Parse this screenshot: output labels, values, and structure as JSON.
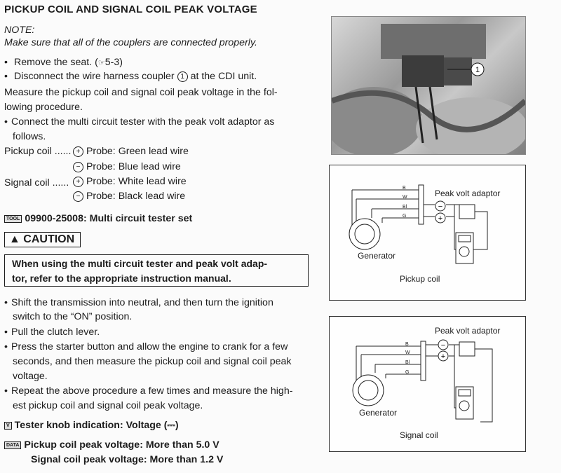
{
  "title": "PICKUP COIL AND SIGNAL COIL PEAK VOLTAGE",
  "note_label": "NOTE:",
  "note_text": "Make sure that all of the couplers are connected properly.",
  "step_remove_seat": "Remove the seat. (",
  "step_remove_seat_ref": "5-3)",
  "step_disconnect_a": "Disconnect the wire harness coupler",
  "step_disconnect_num": "1",
  "step_disconnect_b": "at the CDI unit.",
  "measure_line1": "Measure the pickup coil and signal coil peak voltage in the fol-",
  "measure_line2": "lowing procedure.",
  "connect_line1": "Connect the multi circuit tester with the peak volt adaptor as",
  "connect_line2": "follows.",
  "probes": {
    "pickup_label": "Pickup coil ......",
    "pickup_plus": "Probe: Green lead wire",
    "pickup_minus": "Probe: Blue lead wire",
    "signal_label": "Signal coil ......",
    "signal_plus": "Probe: White lead wire",
    "signal_minus": "Probe: Black lead wire",
    "plus_sign": "+",
    "minus_sign": "−"
  },
  "tool_icon": "TOOL",
  "tool_text": "09900-25008: Multi circuit tester set",
  "caution_label": "CAUTION",
  "caution_line1": "When using the multi circuit tester and peak volt adap-",
  "caution_line2": "tor, refer to the appropriate instruction manual.",
  "steps2": {
    "shift_1": "Shift the transmission into neutral, and then turn the ignition",
    "shift_2": "switch to the “ON” position.",
    "clutch": "Pull the clutch lever.",
    "press_1": "Press the starter button and allow the engine to crank for a few",
    "press_2": "seconds, and then measure the pickup coil and signal coil peak",
    "press_3": "voltage.",
    "repeat_1": "Repeat the above procedure a few times and measure the high-",
    "repeat_2": "est pickup coil and signal coil peak voltage."
  },
  "knob_icon": "V",
  "knob_text": "Tester knob indication: Voltage (",
  "knob_symbol": "⎓",
  "knob_close": ")",
  "data_icon": "DATA",
  "data_line1": "Pickup coil peak voltage: More than 5.0 V",
  "data_line2": "Signal coil peak voltage: More than 1.2 V",
  "photo_callout": "1",
  "diagram1": {
    "adaptor": "Peak volt adaptor",
    "generator": "Generator",
    "caption": "Pickup coil",
    "wires": [
      "B",
      "W",
      "Bl",
      "G"
    ]
  },
  "diagram2": {
    "adaptor": "Peak volt adaptor",
    "generator": "Generator",
    "caption": "Signal coil",
    "wires": [
      "B",
      "W",
      "Bl",
      "G"
    ]
  }
}
